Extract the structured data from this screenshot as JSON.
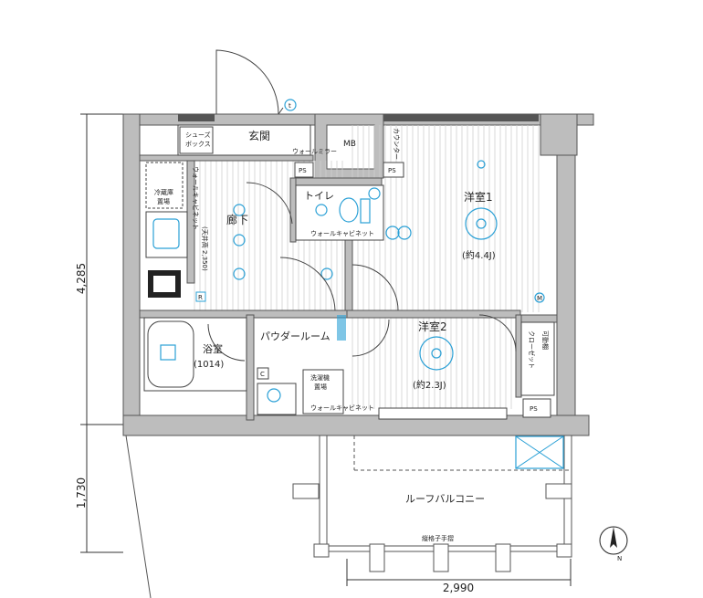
{
  "rooms": {
    "entrance": "玄関",
    "shoes_box_1": "シューズ",
    "shoes_box_2": "ボックス",
    "wall_mirror": "ウォールミラー",
    "mb": "MB",
    "counter": "カウンター",
    "ps_1": "PS",
    "ps_2": "PS",
    "ps_3": "PS",
    "toilet": "トイレ",
    "wall_cabinet_toilet": "ウォールキャビネット",
    "western_1": "洋室1",
    "western_1_size": "(約4.4J)",
    "hallway": "廊下",
    "wall_cabinet_hall": "ウォールキャビネット",
    "ceiling_height": "(天井高 2,350)",
    "storage_1": "冷蔵庫",
    "storage_2": "置場",
    "powder_room": "パウダールーム",
    "western_2": "洋室2",
    "western_2_size": "(約2.3J)",
    "closet": "クローゼット",
    "movable_shelf": "可動棚",
    "bath": "浴室",
    "bath_size": "(1014)",
    "laundry_1": "洗濯機",
    "laundry_2": "置場",
    "wall_cabinet_powder": "ウォールキャビネット",
    "c_mark": "C",
    "r_mark": "R",
    "m_mark": "M",
    "t_mark": "t",
    "roof_balcony": "ルーフバルコニー",
    "railing": "縦格子手摺"
  },
  "dimensions": {
    "height_main": "4,285",
    "height_balcony": "1,730",
    "width_balcony": "2,990"
  },
  "north_label": "N",
  "colors": {
    "wall": "#bdbdbd",
    "equipment": "#2aa0d6",
    "line": "#444444"
  }
}
